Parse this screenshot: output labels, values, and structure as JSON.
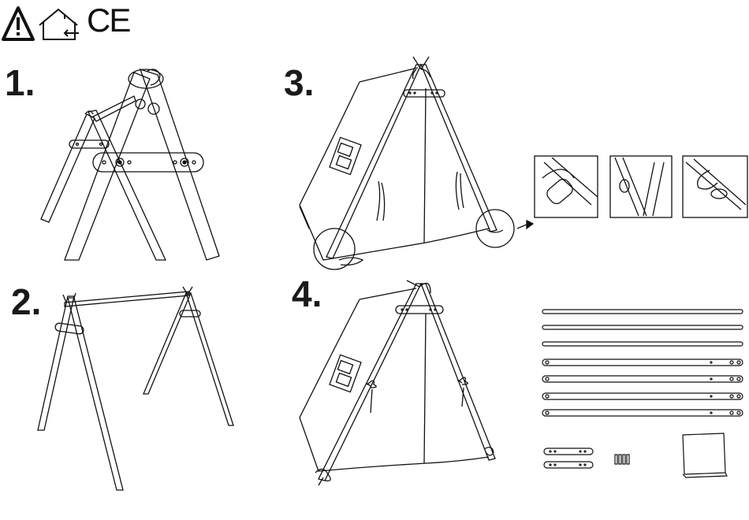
{
  "header": {
    "icons": [
      "warning-icon",
      "indoor-use-icon",
      "ce-mark-icon"
    ],
    "ce_text": "CE"
  },
  "steps": [
    {
      "label": "1."
    },
    {
      "label": "2."
    },
    {
      "label": "3."
    },
    {
      "label": "4."
    }
  ]
}
